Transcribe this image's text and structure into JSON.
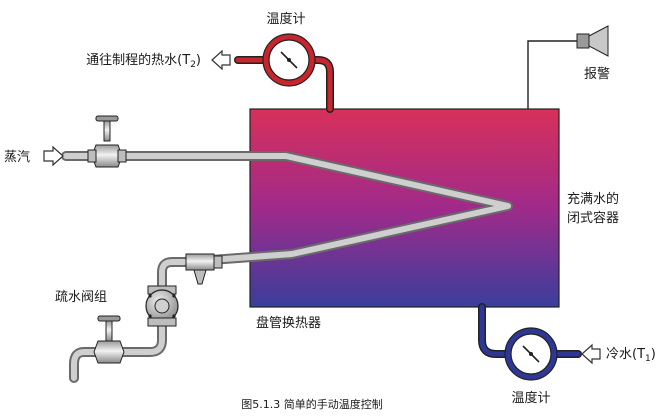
{
  "labels": {
    "thermo_top": "温度计",
    "outlet_pre": "通往制程的热水(T",
    "outlet_sub": "2",
    "outlet_post": ")",
    "alarm": "报警",
    "steam": "蒸汽",
    "tank_line1": "充满水的",
    "tank_line2": "闭式容器",
    "trap": "疏水阀组",
    "coil": "盘管换热器",
    "cold_pre": "冷水(T",
    "cold_sub": "1",
    "cold_post": ")",
    "thermo_bottom": "温度计"
  },
  "caption": "图5.1.3 简单的手动温度控制",
  "colors": {
    "tank_top": "#d8305a",
    "tank_mid": "#a02a8a",
    "tank_bottom": "#3a3e9c",
    "hot_pipe": "#c8262c",
    "cold_pipe": "#2e3796",
    "steel": "#b8b8b8",
    "steel_dark": "#707070"
  }
}
